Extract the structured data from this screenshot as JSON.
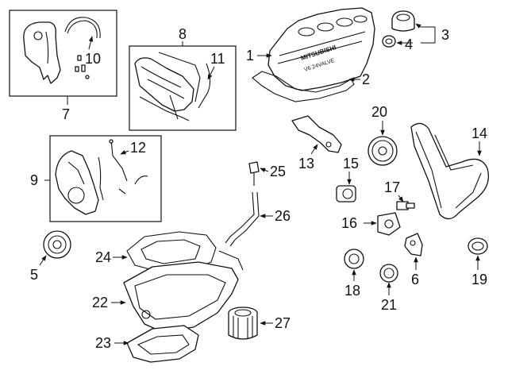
{
  "diagram": {
    "callouts": {
      "c1": "1",
      "c2": "2",
      "c3": "3",
      "c4": "4",
      "c5": "5",
      "c6": "6",
      "c7": "7",
      "c8": "8",
      "c9": "9",
      "c10": "10",
      "c11": "11",
      "c12": "12",
      "c13": "13",
      "c14": "14",
      "c15": "15",
      "c16": "16",
      "c17": "17",
      "c18": "18",
      "c19": "19",
      "c20": "20",
      "c21": "21",
      "c22": "22",
      "c23": "23",
      "c24": "24",
      "c25": "25",
      "c26": "26",
      "c27": "27"
    },
    "cover_text": {
      "brand": "MITSUBISHI",
      "engine": "V6 24VALVE"
    }
  }
}
